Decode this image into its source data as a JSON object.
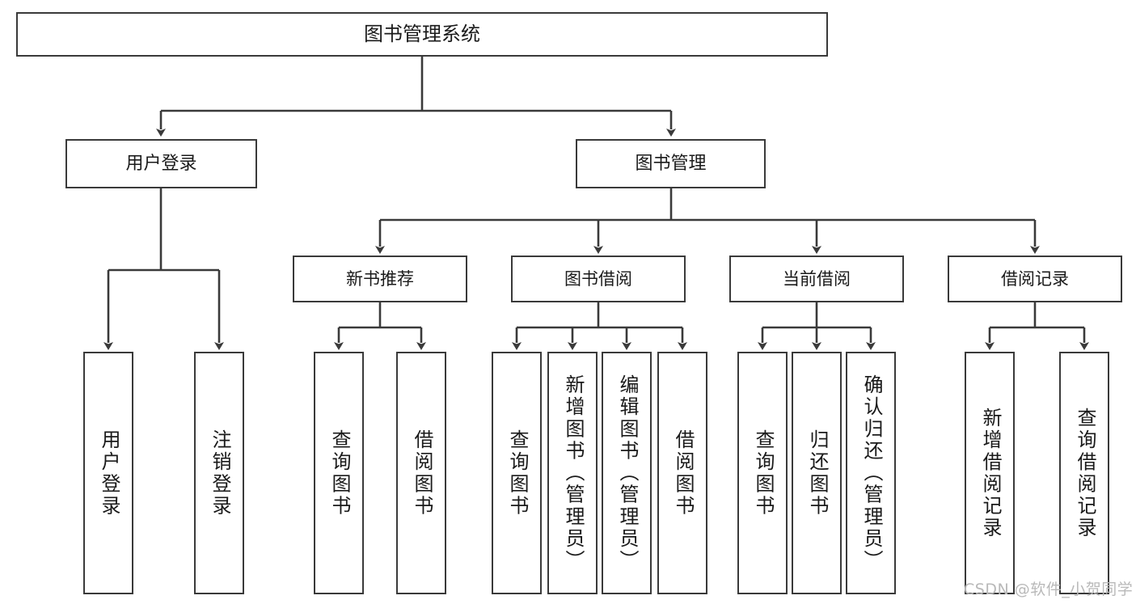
{
  "diagram": {
    "title": "图书管理系统",
    "watermark": "CSDN @软件_小贺同学",
    "style": {
      "border_color": "#3a3a3a",
      "fill_color": "#ffffff",
      "line_color": "#3a3a3a",
      "text_color": "#1a1a1a",
      "watermark_color": "#b9b9b9"
    },
    "nodes": {
      "root": {
        "label": "图书管理系统"
      },
      "level2": [
        {
          "id": "user-login",
          "label": "用户登录"
        },
        {
          "id": "book-manage",
          "label": "图书管理"
        }
      ],
      "level3": [
        {
          "id": "new-book-recommend",
          "label": "新书推荐"
        },
        {
          "id": "book-borrow",
          "label": "图书借阅"
        },
        {
          "id": "current-borrow",
          "label": "当前借阅"
        },
        {
          "id": "borrow-record",
          "label": "借阅记录"
        }
      ],
      "leaves": {
        "user_login": [
          {
            "id": "leaf-user-login",
            "label": "用户登录"
          },
          {
            "id": "leaf-logout-login",
            "label": "注销登录"
          }
        ],
        "new_book_recommend": [
          {
            "id": "leaf-query-book-1",
            "label": "查询图书"
          },
          {
            "id": "leaf-borrow-book-1",
            "label": "借阅图书"
          }
        ],
        "book_borrow": [
          {
            "id": "leaf-query-book-2",
            "label": "查询图书"
          },
          {
            "id": "leaf-add-book",
            "label": "新增图书（管理员）"
          },
          {
            "id": "leaf-edit-book",
            "label": "编辑图书（管理员）"
          },
          {
            "id": "leaf-borrow-book-2",
            "label": "借阅图书"
          }
        ],
        "current_borrow": [
          {
            "id": "leaf-query-book-3",
            "label": "查询图书"
          },
          {
            "id": "leaf-return-book",
            "label": "归还图书"
          },
          {
            "id": "leaf-confirm-return",
            "label": "确认归还（管理员）"
          }
        ],
        "borrow_record": [
          {
            "id": "leaf-add-record",
            "label": "新增借阅记录"
          },
          {
            "id": "leaf-query-record",
            "label": "查询借阅记录"
          }
        ]
      }
    }
  }
}
